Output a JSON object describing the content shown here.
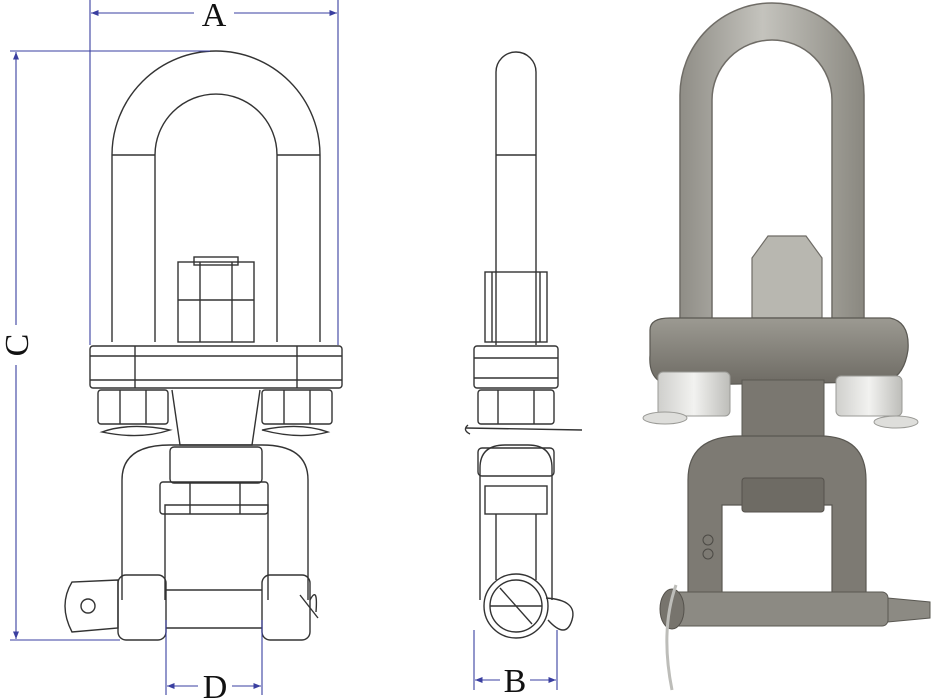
{
  "dimensions": {
    "a_label": "A",
    "b_label": "B",
    "c_label": "C",
    "d_label": "D"
  },
  "colors": {
    "dimension_line": "#3a3fa0",
    "outline": "#333333",
    "metal_light": "#b3b3ad",
    "metal_mid": "#8f8d86",
    "metal_dark": "#6f6c66",
    "steel_shiny": "#d9d9d6"
  },
  "views": [
    "front-view-drawing",
    "side-view-drawing",
    "product-photo"
  ]
}
